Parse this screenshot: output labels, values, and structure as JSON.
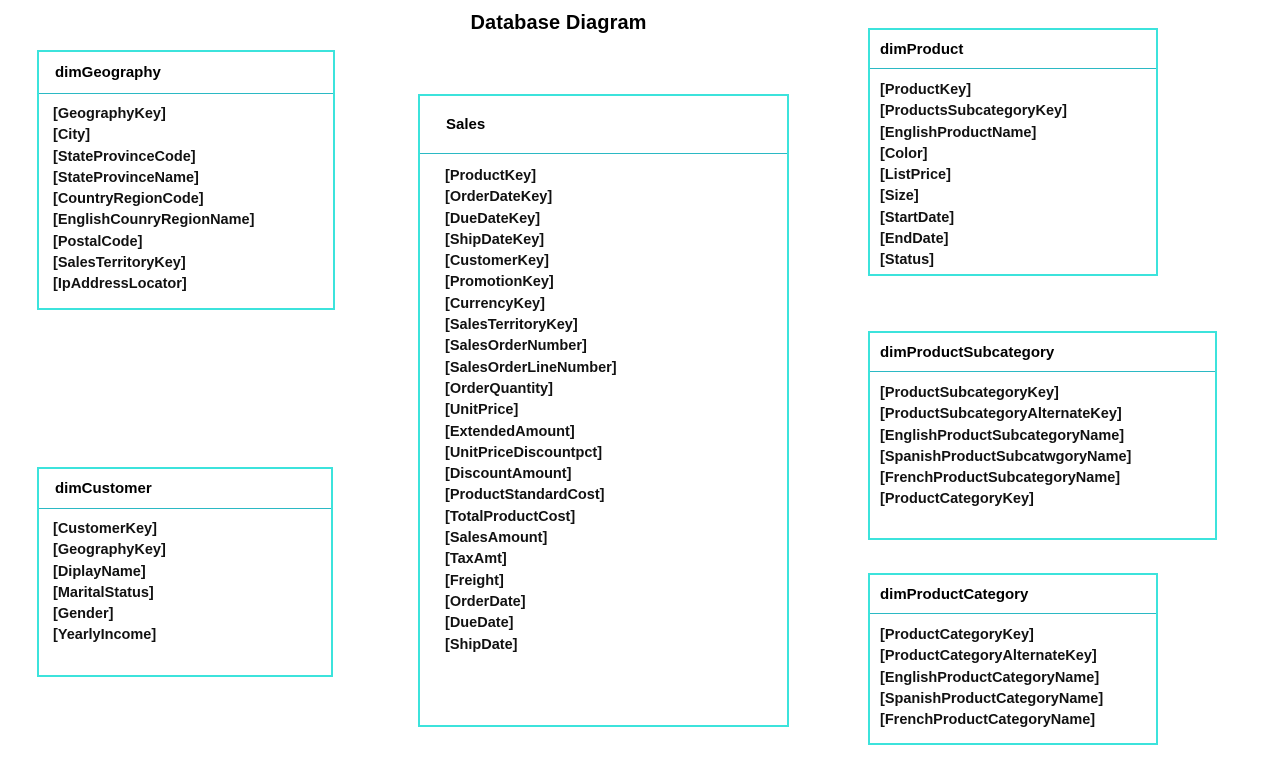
{
  "title": "Database Diagram",
  "theme": {
    "border_color": "#3ce3dc",
    "divider_color": "#2bb9c4",
    "background": "#ffffff",
    "text_color": "#000000"
  },
  "entities": [
    {
      "key": "dimGeography",
      "name": "dimGeography",
      "fields": [
        "[GeographyKey]",
        "[City]",
        "[StateProvinceCode]",
        "[StateProvinceName]",
        "[CountryRegionCode]",
        "[EnglishCounryRegionName]",
        "[PostalCode]",
        "[SalesTerritoryKey]",
        "[IpAddressLocator]"
      ]
    },
    {
      "key": "dimCustomer",
      "name": "dimCustomer",
      "fields": [
        "[CustomerKey]",
        "[GeographyKey]",
        "[DiplayName]",
        "[MaritalStatus]",
        "[Gender]",
        "[YearlyIncome]"
      ]
    },
    {
      "key": "Sales",
      "name": "Sales",
      "fields": [
        "[ProductKey]",
        "[OrderDateKey]",
        "[DueDateKey]",
        "[ShipDateKey]",
        "[CustomerKey]",
        "[PromotionKey]",
        "[CurrencyKey]",
        "[SalesTerritoryKey]",
        "[SalesOrderNumber]",
        "[SalesOrderLineNumber]",
        "[OrderQuantity]",
        "[UnitPrice]",
        "[ExtendedAmount]",
        "[UnitPriceDiscountpct]",
        "[DiscountAmount]",
        "[ProductStandardCost]",
        "[TotalProductCost]",
        "[SalesAmount]",
        "[TaxAmt]",
        "[Freight]",
        "[OrderDate]",
        "[DueDate]",
        "[ShipDate]"
      ]
    },
    {
      "key": "dimProduct",
      "name": "dimProduct",
      "fields": [
        "[ProductKey]",
        "[ProductsSubcategoryKey]",
        "[EnglishProductName]",
        "[Color]",
        "[ListPrice]",
        "[Size]",
        "[StartDate]",
        "[EndDate]",
        "[Status]"
      ]
    },
    {
      "key": "dimProductSubcategory",
      "name": "dimProductSubcategory",
      "fields": [
        "[ProductSubcategoryKey]",
        "[ProductSubcategoryAlternateKey]",
        "[EnglishProductSubcategoryName]",
        "[SpanishProductSubcatwgoryName]",
        "[FrenchProductSubcategoryName]",
        "[ProductCategoryKey]"
      ]
    },
    {
      "key": "dimProductCategory",
      "name": "dimProductCategory",
      "fields": [
        "[ProductCategoryKey]",
        "[ProductCategoryAlternateKey]",
        "[EnglishProductCategoryName]",
        "[SpanishProductCategoryName]",
        "[FrenchProductCategoryName]"
      ]
    }
  ]
}
